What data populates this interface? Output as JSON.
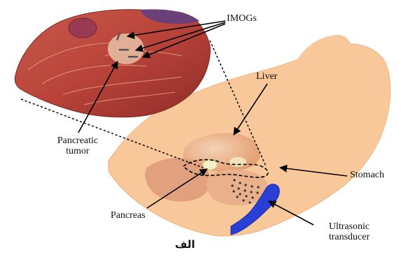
{
  "labels": {
    "imogs": "IMOGs",
    "liver": "Liver",
    "pancreatic_tumor": [
      "Pancreatic",
      "tumor"
    ],
    "stomach": "Stomach",
    "pancreas": "Pancreas",
    "ultrasonic_transducer": [
      "Ultrasonic",
      "transducer"
    ],
    "caption": "الف"
  },
  "colors": {
    "body_silhouette": "#f8c79a",
    "organ_tissue": "#b9433a",
    "transducer": "#2a3fd6",
    "arrow": "#000000"
  }
}
